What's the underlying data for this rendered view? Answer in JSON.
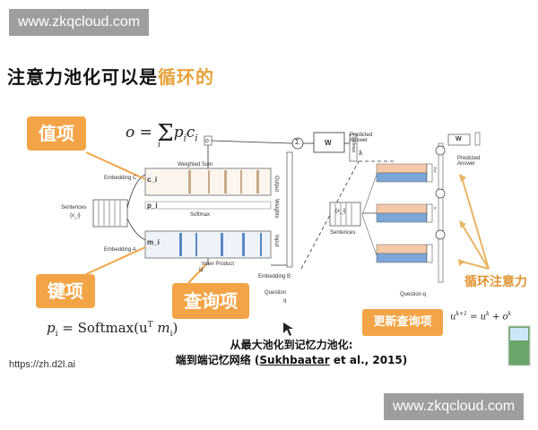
{
  "watermark_top": "www.zkqcloud.com",
  "watermark_bottom": "www.zkqcloud.com",
  "title_prefix": "注意力池化可以是",
  "title_highlight": "循环的",
  "tags": {
    "value": "值项",
    "key": "键项",
    "query": "查询项",
    "update_query": "更新查询项"
  },
  "loop_label": "循环注意力",
  "formulas": {
    "output": "o = Σ p_i c_i",
    "output_lhs": "o =",
    "output_sum_sub": "i",
    "output_rhs": "p",
    "output_rhs_sub1": "i",
    "output_rhs_c": "c",
    "output_rhs_sub2": "i",
    "softmax": "p_i = Softmax(u^T m_i)",
    "softmax_lhs": "p",
    "softmax_lhs_sub": "i",
    "softmax_rhs": " = Softmax(u",
    "softmax_sup": "T",
    "softmax_m": " m",
    "softmax_m_sub": "i",
    "softmax_close": ")",
    "update": "u^{k+1} = u^k + o^k",
    "update_u": "u",
    "update_sup1": "k+1",
    "update_mid": " = u",
    "update_sup2": "k",
    "update_plus": " + o",
    "update_sup3": "k"
  },
  "diagram_labels": {
    "weighted_sum": "Weighted Sum",
    "softmax": "Softmax",
    "inner_product": "Inner Product",
    "embedding_c": "Embedding C",
    "embedding_a": "Embedding A",
    "embedding_b": "Embedding B",
    "sentences": "Sentences",
    "sentences_xi": "{x_i}",
    "question": "Question",
    "question_var": "q",
    "predicted_answer": "Predicted Answer",
    "output_label": "Output",
    "weights_label": "Weights",
    "input_label": "Input",
    "ci": "c_i",
    "pi": "p_i",
    "mi": "m_i",
    "o": "o",
    "u": "u",
    "w": "W",
    "sigma": "Σ",
    "softmax_vert": "Softmax",
    "a_hat": "â",
    "sentences_right": "Sentences",
    "xi_right": "{x_i}",
    "question_right": "Question q",
    "predicted_answer_right": "Predicted Answer",
    "out_label": "Out",
    "in_label": "In"
  },
  "caption_line1": "从最大池化到记忆力池化:",
  "caption_line2_pre": "端到端记忆网络 (",
  "caption_line2_link": "Sukhbaatar",
  "caption_line2_post": " et al., 2015)",
  "source": "https://zh.d2l.ai",
  "colors": {
    "accent": "#f2a446",
    "highlight_text": "#e8a13a",
    "memory_orange": "#f4c9a8",
    "memory_blue": "#7aa6d8",
    "watermark_bg": "#9e9e9e"
  }
}
